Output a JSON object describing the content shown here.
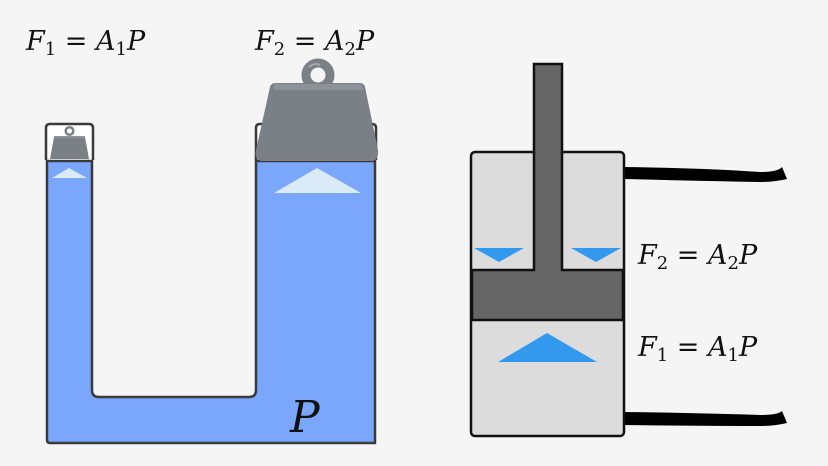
{
  "diagram": {
    "title": "Hydraulic press principle (Pascal's law)",
    "colors": {
      "background": "#f5f5f5",
      "fluid": "#7aa7fb",
      "fluid_arrow": "#dbeaf7",
      "outline": "#3a3a3a",
      "weight": "#7b8086",
      "cylinder_fill": "#dcdcdc",
      "piston": "#666666",
      "force_arrow": "#3399ee",
      "hose": "#000000"
    },
    "left_figure": {
      "label_small": {
        "F": "F",
        "sub": "1",
        "eq": " = ",
        "A": "A",
        "asub": "1",
        "P": "P"
      },
      "label_large": {
        "F": "F",
        "sub": "2",
        "eq": " = ",
        "A": "A",
        "asub": "2",
        "P": "P"
      },
      "pressure_label": "P"
    },
    "right_figure": {
      "label_upper": {
        "F": "F",
        "sub": "2",
        "eq": " = ",
        "A": "A",
        "asub": "2",
        "P": "P"
      },
      "label_lower": {
        "F": "F",
        "sub": "1",
        "eq": " = ",
        "A": "A",
        "asub": "1",
        "P": "P"
      }
    }
  }
}
